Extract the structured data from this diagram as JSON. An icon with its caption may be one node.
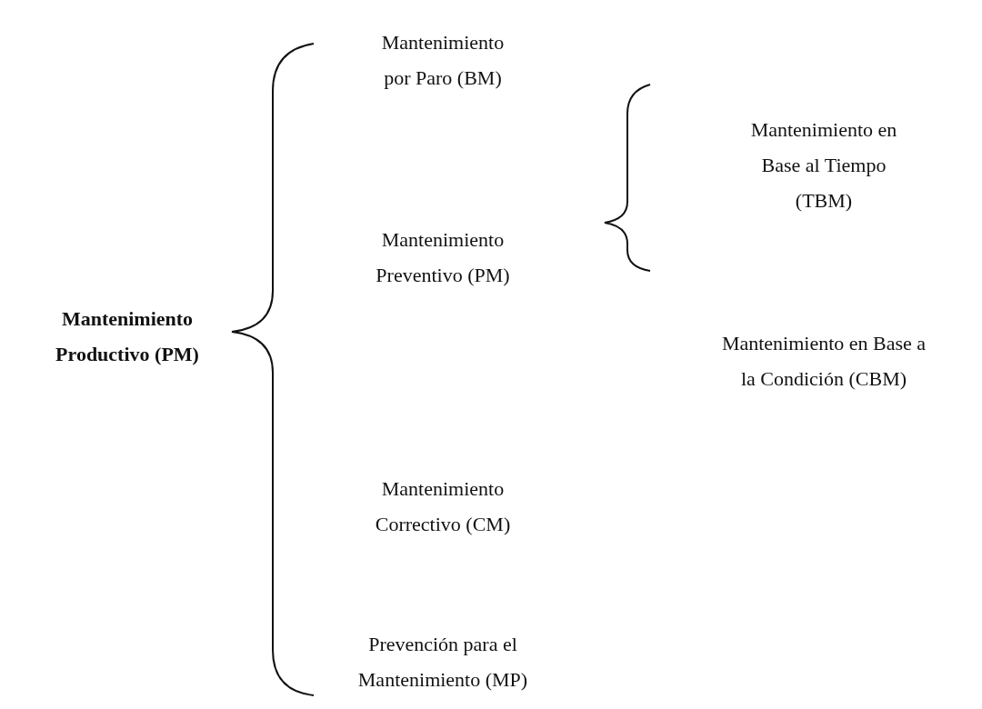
{
  "diagram": {
    "labels": [
      "Mantenimiento por Paro (BM)",
      "Mantenimiento en Base al Tiempo (TBM)",
      "Mantenimiento Preventivo (PM)",
      "Mantenimiento Productivo (PM)",
      "Mantenimiento en Base a la Condición (CBM)",
      "Mantenimiento Correctivo (CM)",
      "Prevención para el Mantenimiento (MP)"
    ]
  }
}
